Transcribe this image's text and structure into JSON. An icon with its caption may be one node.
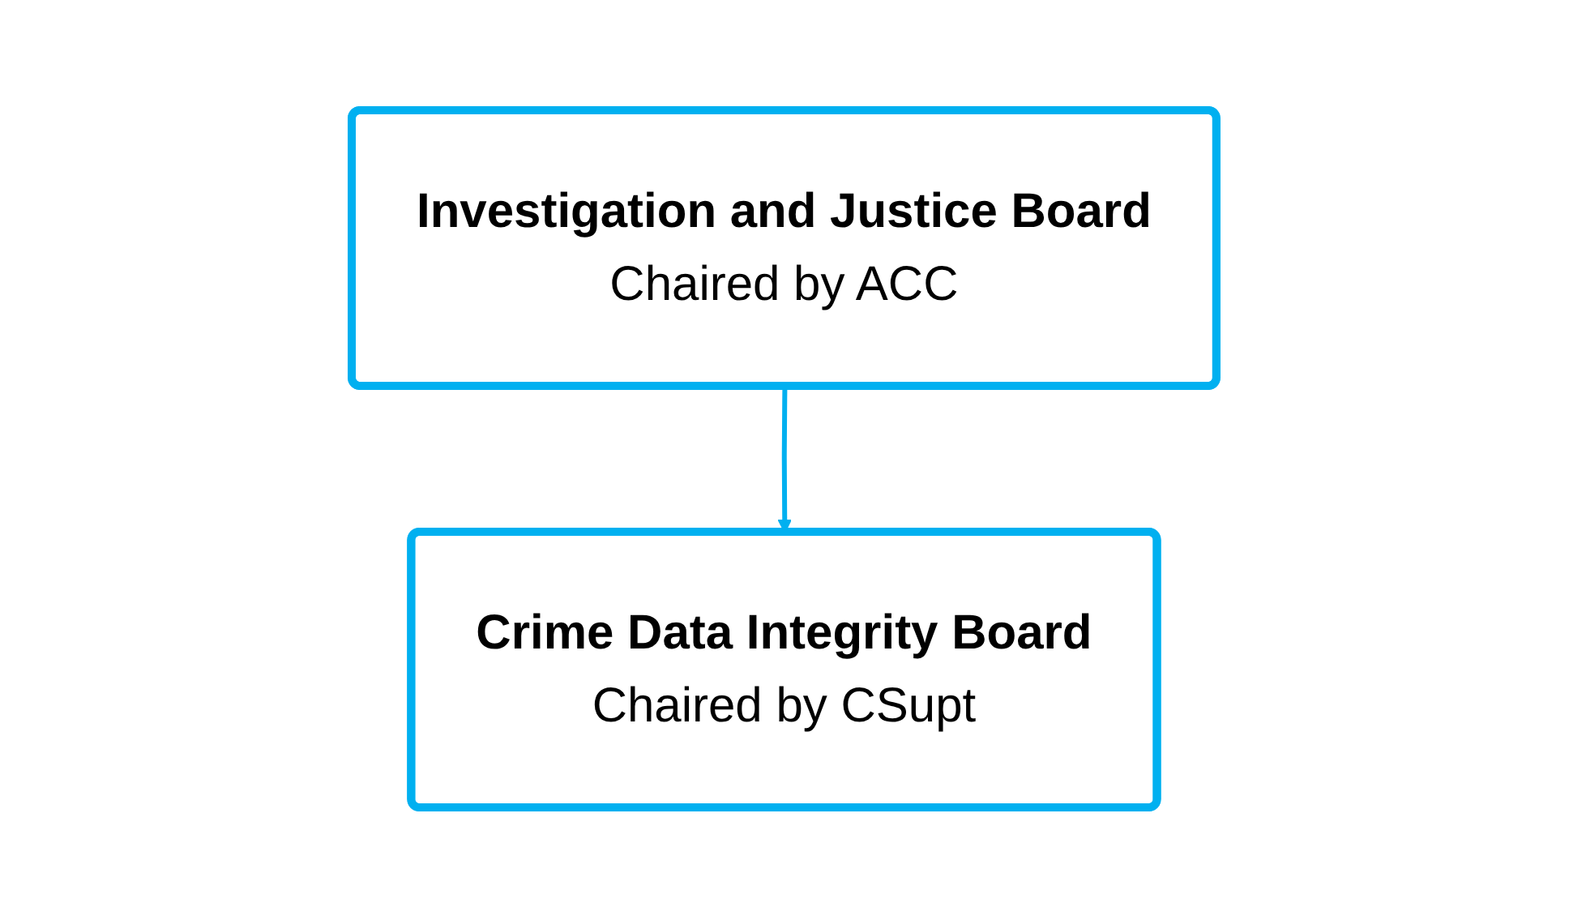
{
  "diagram": {
    "nodes": [
      {
        "text": [
          "Investigation and Justice Board",
          "Chaired by ACC"
        ]
      },
      {
        "text": [
          "Crime Data Integrity Board",
          "Chaired by CSupt"
        ]
      }
    ],
    "edges": [
      {
        "from": 0,
        "to": 1,
        "arrow": "to"
      }
    ]
  }
}
